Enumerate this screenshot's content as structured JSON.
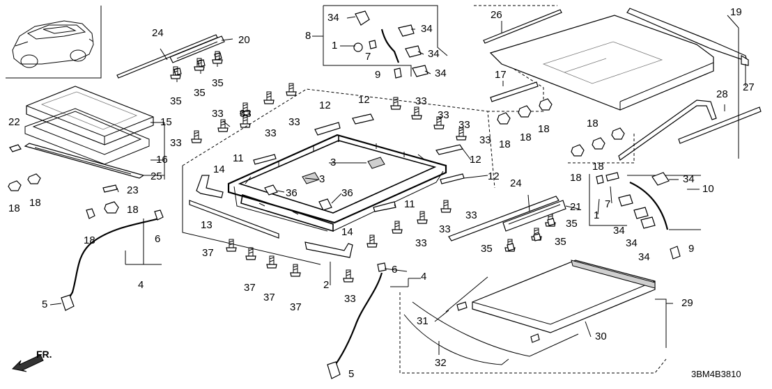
{
  "diagram_code": "3BM4B3810",
  "direction_label": "FR.",
  "callouts": [
    "1",
    "2",
    "3",
    "4",
    "5",
    "6",
    "7",
    "8",
    "9",
    "10",
    "11",
    "12",
    "13",
    "14",
    "15",
    "16",
    "17",
    "18",
    "19",
    "20",
    "21",
    "22",
    "23",
    "24",
    "25",
    "26",
    "27",
    "28",
    "29",
    "30",
    "31",
    "32",
    "33",
    "34",
    "35",
    "36",
    "37"
  ]
}
